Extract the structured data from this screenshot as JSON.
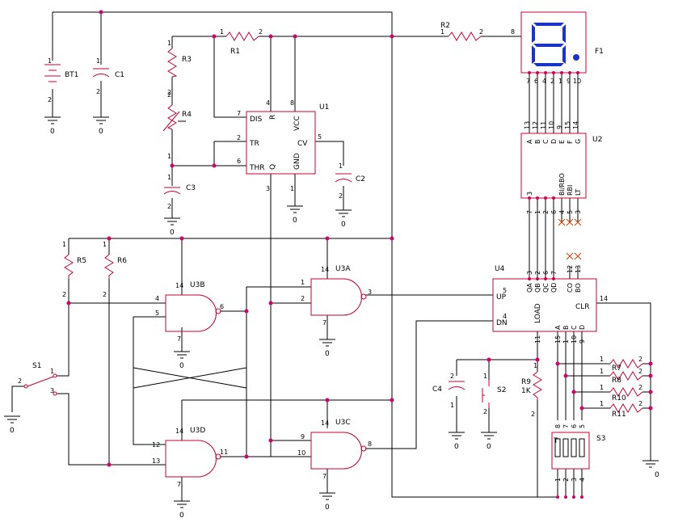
{
  "refdes": {
    "bt1": "BT1",
    "c1": "C1",
    "r1": "R1",
    "r2": "R2",
    "r3": "R3",
    "r4": "R4",
    "c3": "C3",
    "u1": "U1",
    "c2": "C2",
    "f1": "F1",
    "u2": "U2",
    "u4": "U4",
    "r5": "R5",
    "r6": "R6",
    "u3a": "U3A",
    "u3b": "U3B",
    "u3c": "U3C",
    "u3d": "U3D",
    "s1": "S1",
    "c4": "C4",
    "s2": "S2",
    "r9": "R9",
    "r9_value": "1K",
    "r7": "R7",
    "r8": "R8",
    "r10": "R10",
    "r11": "R11",
    "s3": "S3"
  },
  "u1_pins": {
    "dis": "DIS",
    "tr": "TR",
    "thr": "THR",
    "r": "R",
    "vcc": "VCC",
    "cv": "CV",
    "q": "Q",
    "gnd": "GND"
  },
  "u2_top_pins": [
    "A",
    "B",
    "C",
    "D",
    "E",
    "F",
    "G"
  ],
  "u2_bottom_pins": [
    "BI/RBO",
    "RBI",
    "LT"
  ],
  "u4_pins": {
    "up": "UP",
    "dn": "DN",
    "load": "LOAD",
    "clr": "CLR",
    "qa": "QA",
    "qb": "QB",
    "qc": "QC",
    "qd": "QD",
    "co": "CO",
    "bo": "BO",
    "a": "A",
    "b": "B",
    "c": "C",
    "d": "D"
  },
  "pin_numbers": {
    "f1": [
      "7",
      "6",
      "4",
      "2",
      "1",
      "9",
      "10"
    ],
    "u2_top": [
      "13",
      "12",
      "11",
      "10",
      "9",
      "15",
      "14"
    ],
    "u2_bottom": [
      "7",
      "1",
      "2",
      "6",
      "4",
      "5",
      "3"
    ],
    "u4_q": [
      "3",
      "2",
      "6",
      "7"
    ],
    "u4_co_bo": [
      "12",
      "13"
    ],
    "u4_abcd": [
      "15",
      "1",
      "10",
      "9"
    ],
    "s3_top": [
      "8",
      "7",
      "6",
      "5"
    ],
    "s3_bottom": [
      "1",
      "2",
      "3",
      "4"
    ]
  },
  "ground_label": "0",
  "colors": {
    "wire": "#000000",
    "component": "#cc0033",
    "junction": "#d5006b",
    "display_segment": "#1a33cc",
    "display_body": "#ffffff",
    "nc_mark": "#cc4400"
  }
}
